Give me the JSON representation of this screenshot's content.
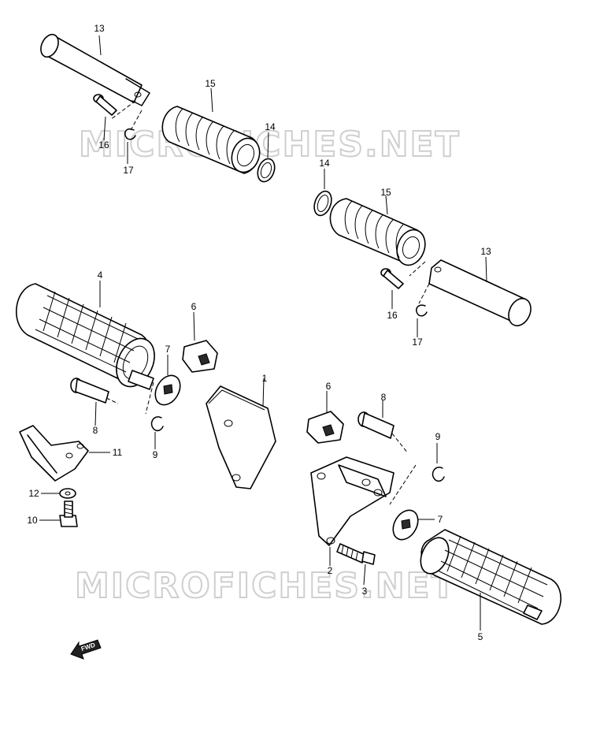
{
  "watermark": {
    "upper": "MICROFICHES.NET",
    "lower": "MICROFICHES.NET"
  },
  "direction_badge": "FWD",
  "callouts": [
    {
      "id": "c1",
      "label": "1"
    },
    {
      "id": "c2",
      "label": "2"
    },
    {
      "id": "c3",
      "label": "3"
    },
    {
      "id": "c4",
      "label": "4"
    },
    {
      "id": "c5",
      "label": "5"
    },
    {
      "id": "c6a",
      "label": "6"
    },
    {
      "id": "c6b",
      "label": "6"
    },
    {
      "id": "c7a",
      "label": "7"
    },
    {
      "id": "c7b",
      "label": "7"
    },
    {
      "id": "c8a",
      "label": "8"
    },
    {
      "id": "c8b",
      "label": "8"
    },
    {
      "id": "c9a",
      "label": "9"
    },
    {
      "id": "c9b",
      "label": "9"
    },
    {
      "id": "c10",
      "label": "10"
    },
    {
      "id": "c11",
      "label": "11"
    },
    {
      "id": "c12",
      "label": "12"
    },
    {
      "id": "c13a",
      "label": "13"
    },
    {
      "id": "c13b",
      "label": "13"
    },
    {
      "id": "c14a",
      "label": "14"
    },
    {
      "id": "c14b",
      "label": "14"
    },
    {
      "id": "c15a",
      "label": "15"
    },
    {
      "id": "c15b",
      "label": "15"
    },
    {
      "id": "c16a",
      "label": "16"
    },
    {
      "id": "c16b",
      "label": "16"
    },
    {
      "id": "c17a",
      "label": "17"
    },
    {
      "id": "c17b",
      "label": "17"
    }
  ]
}
